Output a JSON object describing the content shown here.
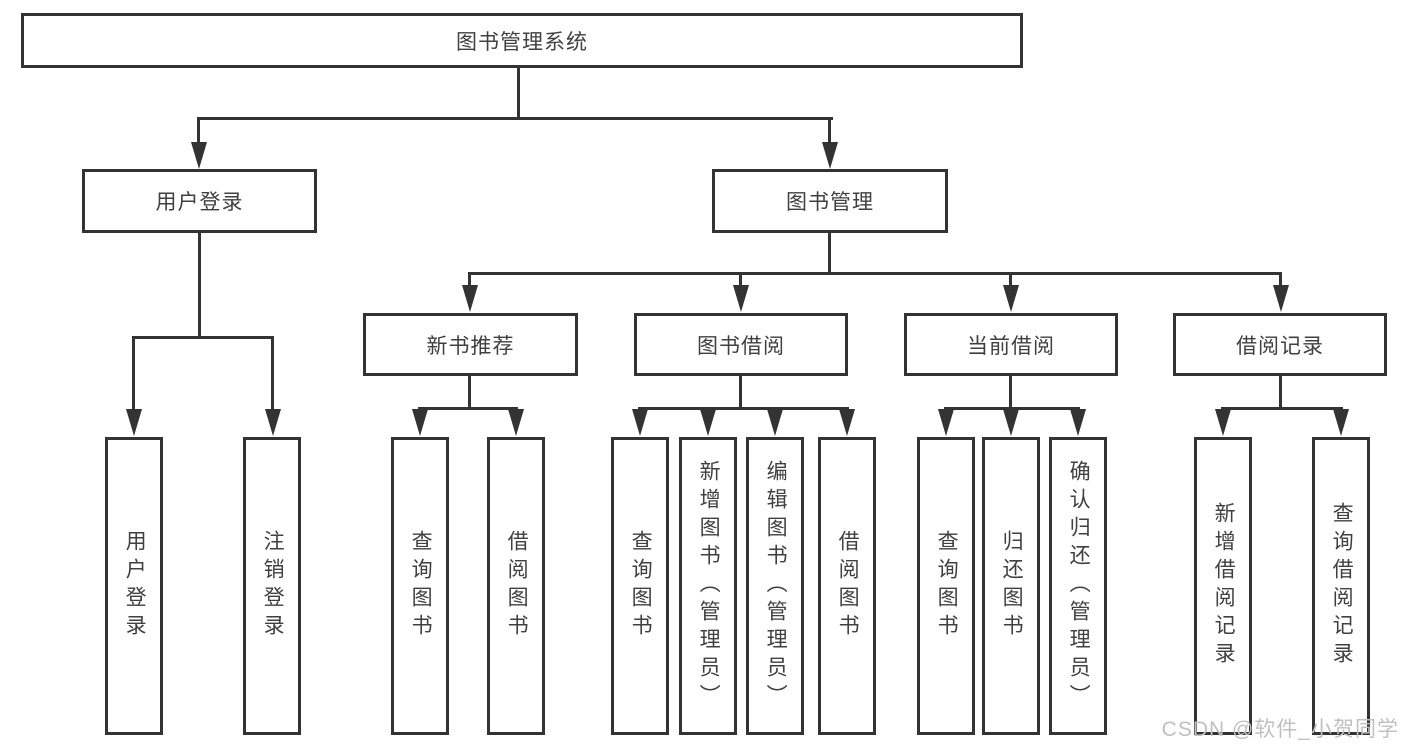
{
  "diagram": {
    "root": {
      "label": "图书管理系统"
    },
    "branches": [
      {
        "label": "用户登录",
        "children": [
          "用户登录",
          "注销登录"
        ]
      },
      {
        "label": "图书管理",
        "sections": [
          {
            "label": "新书推荐",
            "children": [
              "查询图书",
              "借阅图书"
            ]
          },
          {
            "label": "图书借阅",
            "children": [
              "查询图书",
              "新增图书（管理员）",
              "编辑图书（管理员）",
              "借阅图书"
            ]
          },
          {
            "label": "当前借阅",
            "children": [
              "查询图书",
              "归还图书",
              "确认归还（管理员）"
            ]
          },
          {
            "label": "借阅记录",
            "children": [
              "新增借阅记录",
              "查询借阅记录"
            ]
          }
        ]
      }
    ]
  },
  "watermark": {
    "text": "CSDN @软件_小贺同学"
  },
  "colors": {
    "line": "#333333",
    "box_border": "#333333",
    "box_fill": "#ffffff",
    "text": "#404040",
    "watermark": "#c0c0c0",
    "background": "#ffffff"
  }
}
